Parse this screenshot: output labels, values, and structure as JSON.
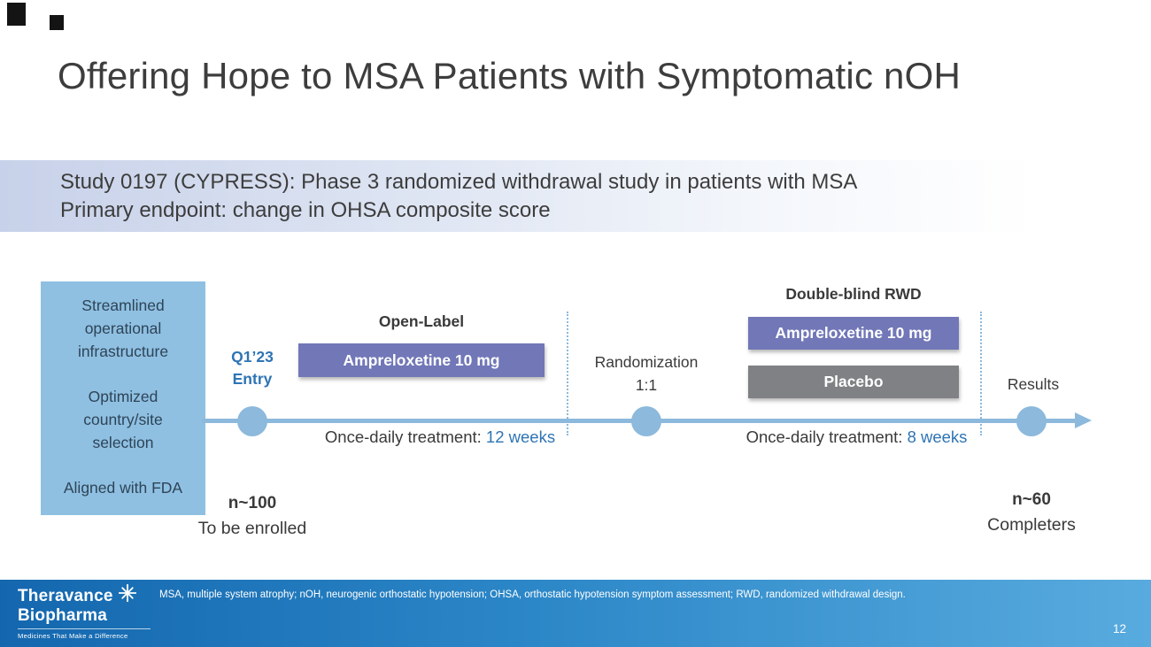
{
  "slide": {
    "title": "Offering Hope to MSA Patients with Symptomatic nOH"
  },
  "subtitle": {
    "line1": "Study 0197 (CYPRESS): Phase 3 randomized withdrawal study in patients with MSA",
    "line2": "Primary endpoint: change in OHSA composite score"
  },
  "diagram": {
    "ops_box": {
      "items": [
        "Streamlined operational infrastructure",
        "Optimized country/site selection",
        "Aligned with FDA"
      ]
    },
    "entry": {
      "line1": "Q1’23",
      "line2": "Entry"
    },
    "open_label": {
      "header": "Open-Label",
      "drug_box": "Ampreloxetine 10 mg",
      "duration_prefix": "Once-daily treatment: ",
      "duration_value": "12 weeks"
    },
    "randomization": {
      "line1": "Randomization",
      "line2": "1:1"
    },
    "double_blind": {
      "header": "Double-blind RWD",
      "drug_box": "Ampreloxetine 10 mg",
      "placebo_box": "Placebo",
      "duration_prefix": "Once-daily treatment: ",
      "duration_value": "8 weeks"
    },
    "results_label": "Results",
    "enrolled": {
      "n": "n~100",
      "label": "To be enrolled"
    },
    "completers": {
      "n": "n~60",
      "label": "Completers"
    }
  },
  "footer": {
    "logo": {
      "line1": "Theravance",
      "line2": "Biopharma",
      "tagline": "Medicines That Make a Difference"
    },
    "footnote": "MSA, multiple system atrophy; nOH, neurogenic orthostatic hypotension; OHSA, orthostatic hypotension symptom assessment; RWD, randomized withdrawal design.",
    "page_number": "12"
  },
  "colors": {
    "accent_blue": "#2e74b5",
    "timeline_blue": "#8cb9dc",
    "drug_purple": "#7177b7",
    "placebo_gray": "#7f8184",
    "ops_box_blue": "#8fc0e2"
  }
}
